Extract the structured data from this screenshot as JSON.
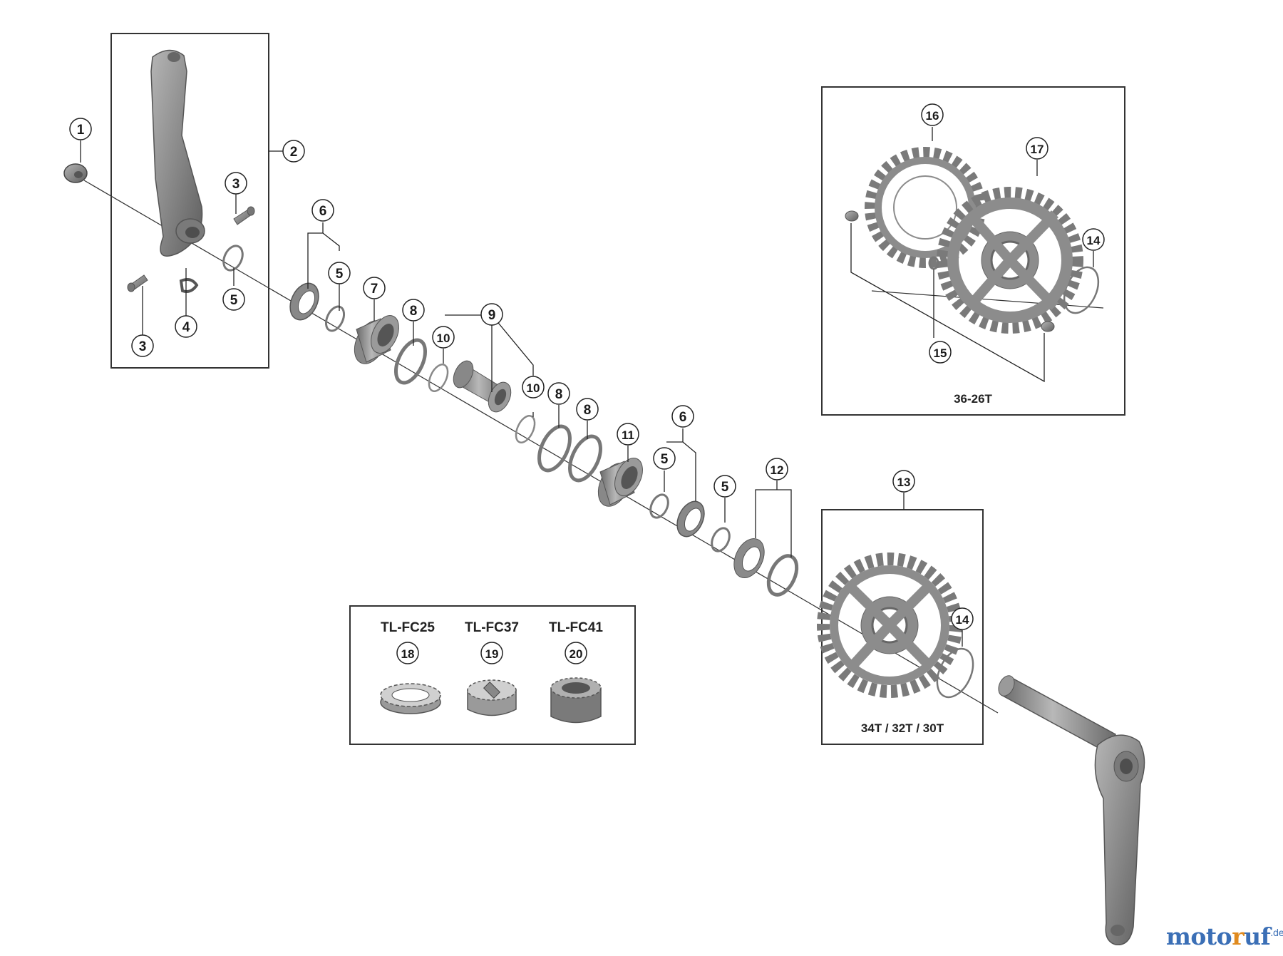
{
  "callouts": {
    "c1": "1",
    "c2": "2",
    "c3a": "3",
    "c3b": "3",
    "c4": "4",
    "c5a": "5",
    "c5b": "5",
    "c5c": "5",
    "c5d": "5",
    "c6a": "6",
    "c6b": "6",
    "c7": "7",
    "c8a": "8",
    "c8b": "8",
    "c8c": "8",
    "c9": "9",
    "c10a": "10",
    "c10b": "10",
    "c11": "11",
    "c12": "12",
    "c13": "13",
    "c14a": "14",
    "c14b": "14",
    "c15": "15",
    "c16": "16",
    "c17": "17",
    "c18": "18",
    "c19": "19",
    "c20": "20"
  },
  "boxes": {
    "chainring_large": "36-26T",
    "chainring_small": "34T / 32T / 30T"
  },
  "tools": {
    "t18": "TL-FC25",
    "t19": "TL-FC37",
    "t20": "TL-FC41"
  },
  "brand": {
    "part1": "moto",
    "part2": "r",
    "part3": "uf",
    "suffix": ".de"
  },
  "colors": {
    "part_fill": "#8c8c8c",
    "part_dark": "#6e6e6e",
    "line": "#222222"
  }
}
